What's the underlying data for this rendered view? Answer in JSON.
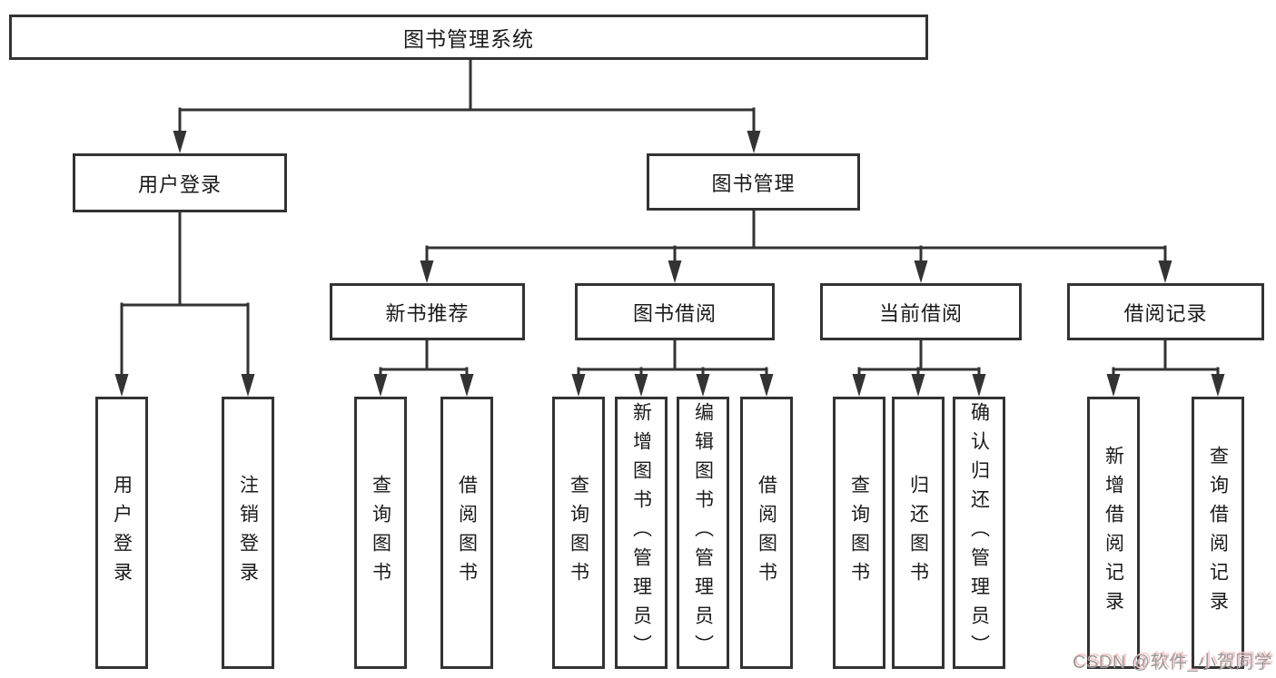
{
  "diagram_title": "图书管理系统",
  "colors": {
    "line": "#333333",
    "box_border": "#333333",
    "box_background": "#ffffff",
    "text": "#1a1a1a",
    "page_background": "#ffffff",
    "watermark_text": "#9c9c9c",
    "watermark_shadow": "#f6c3c3"
  },
  "tree": {
    "root": {
      "label": "图书管理系统"
    },
    "level2": [
      {
        "label": "用户登录",
        "children": [
          {
            "label": "用户登录"
          },
          {
            "label": "注销登录"
          }
        ]
      },
      {
        "label": "图书管理",
        "children": [
          {
            "label": "新书推荐",
            "children": [
              {
                "label": "查询图书"
              },
              {
                "label": "借阅图书"
              }
            ]
          },
          {
            "label": "图书借阅",
            "children": [
              {
                "label": "查询图书"
              },
              {
                "label": "新增图书（管理员）"
              },
              {
                "label": "编辑图书（管理员）"
              },
              {
                "label": "借阅图书"
              }
            ]
          },
          {
            "label": "当前借阅",
            "children": [
              {
                "label": "查询图书"
              },
              {
                "label": "归还图书"
              },
              {
                "label": "确认归还（管理员）"
              }
            ]
          },
          {
            "label": "借阅记录",
            "children": [
              {
                "label": "新增借阅记录"
              },
              {
                "label": "查询借阅记录"
              }
            ]
          }
        ]
      }
    ]
  },
  "watermark": {
    "text": "CSDN @软件_小贺同学"
  }
}
